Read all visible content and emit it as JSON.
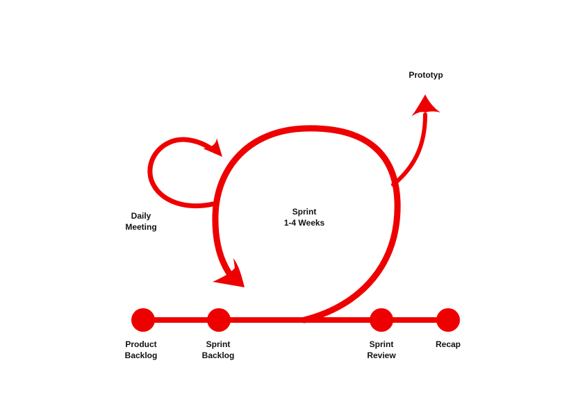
{
  "colors": {
    "accent": "#ee0000",
    "text": "#111111",
    "background": "#ffffff"
  },
  "labels": {
    "prototype": "Prototyp",
    "daily_meeting": {
      "line1": "Daily",
      "line2": "Meeting"
    },
    "sprint": {
      "line1": "Sprint",
      "line2": "1-4 Weeks"
    }
  },
  "timeline": {
    "steps": [
      {
        "line1": "Product",
        "line2": "Backlog"
      },
      {
        "line1": "Sprint",
        "line2": "Backlog"
      },
      {
        "line1": "Sprint",
        "line2": "Review"
      },
      {
        "line1": "Recap",
        "line2": ""
      }
    ]
  }
}
